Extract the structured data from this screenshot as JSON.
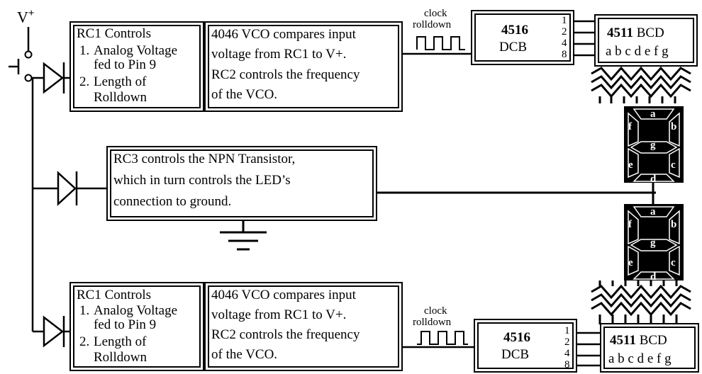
{
  "supply": {
    "label": "V",
    "sup": "+"
  },
  "rc1_top": {
    "title": "RC1 Controls",
    "item1_num": "1.",
    "item1_a": "Analog Voltage",
    "item1_b": "fed to Pin 9",
    "item2_num": "2.",
    "item2_a": "Length of",
    "item2_b": "Rolldown"
  },
  "vco_top": {
    "line1": "4046 VCO compares input",
    "line2": "voltage from RC1 to V+.",
    "line3": "RC2 controls the frequency",
    "line4": "of the VCO."
  },
  "clock_top": {
    "line1": "clock",
    "line2": "rolldown"
  },
  "dcb_top": {
    "part": "4516",
    "label": "DCB"
  },
  "bcd_top": {
    "part": "4511",
    "label": "BCD",
    "outputs": "a b c d e f g"
  },
  "pins_top": [
    "1",
    "2",
    "4",
    "8"
  ],
  "rc3": {
    "line1": "RC3 controls the NPN Transistor,",
    "line2": "which in turn controls the LED’s",
    "line3": "connection to ground."
  },
  "digit_top": {
    "a": "a",
    "b": "b",
    "c": "c",
    "d": "d",
    "e": "e",
    "f": "f",
    "g": "g"
  },
  "digit_bottom": {
    "a": "a",
    "b": "b",
    "c": "c",
    "d": "d",
    "e": "e",
    "f": "f",
    "g": "g"
  },
  "rc1_bottom": {
    "title": "RC1 Controls",
    "item1_num": "1.",
    "item1_a": "Analog Voltage",
    "item1_b": "fed to Pin 9",
    "item2_num": "2.",
    "item2_a": "Length of",
    "item2_b": "Rolldown"
  },
  "vco_bottom": {
    "line1": "4046 VCO compares input",
    "line2": "voltage from RC1 to V+.",
    "line3": "RC2 controls the frequency",
    "line4": "of the VCO."
  },
  "clock_bottom": {
    "line1": "clock",
    "line2": "rolldown"
  },
  "dcb_bottom": {
    "part": "4516",
    "label": "DCB"
  },
  "bcd_bottom": {
    "part": "4511",
    "label": "BCD",
    "outputs": "a b c d e f g"
  },
  "pins_bottom": [
    "1",
    "2",
    "4",
    "8"
  ]
}
